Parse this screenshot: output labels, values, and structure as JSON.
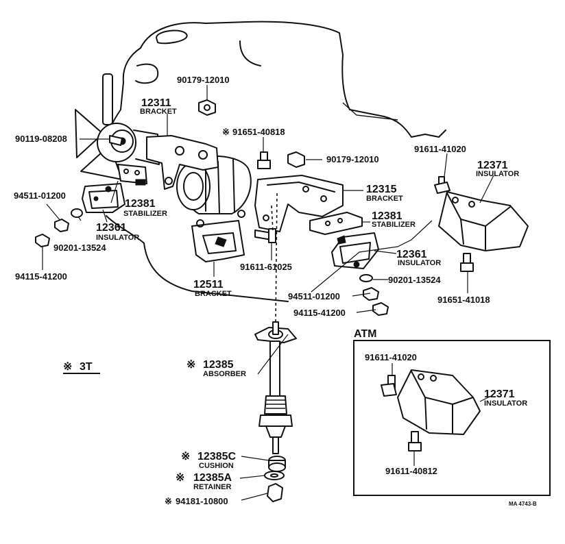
{
  "star": "※",
  "variant_label": "3T",
  "atm_label": "ATM",
  "ref_code": "MA 4743-B",
  "callouts": {
    "p90179_top": "90179-12010",
    "p12311": "12311",
    "bracket_12311": "BRACKET",
    "p91651_40818": "91651-40818",
    "p90179_mid": "90179-12010",
    "p90119": "90119-08208",
    "p94511_left": "94511-01200",
    "p12381_left": "12381",
    "stabilizer_left": "STABILIZER",
    "p12361_left": "12361",
    "insulator_left": "INSULATOR",
    "p90201_left": "90201-13524",
    "p94115_left": "94115-41200",
    "p12511": "12511",
    "bracket_12511": "BRACKET",
    "p91611_61025": "91611-61025",
    "p12315": "12315",
    "bracket_12315": "BRACKET",
    "p12381_right": "12381",
    "stabilizer_right": "STABILIZER",
    "p12361_right": "12361",
    "insulator_right": "INSULATOR",
    "p90201_right": "90201-13524",
    "p94511_right": "94511-01200",
    "p94115_right": "94115-41200",
    "p91611_41020": "91611-41020",
    "p12371": "12371",
    "insulator_12371": "INSULATOR",
    "p91651_41018": "91651-41018",
    "p12385": "12385",
    "absorber": "ABSORBER",
    "p12385C": "12385C",
    "cushion": "CUSHION",
    "p12385A": "12385A",
    "retainer": "RETAINER",
    "p94181": "94181-10800",
    "atm_91611_41020": "91611-41020",
    "atm_12371": "12371",
    "atm_insulator": "INSULATOR",
    "atm_91611_40812": "91611-40812"
  }
}
